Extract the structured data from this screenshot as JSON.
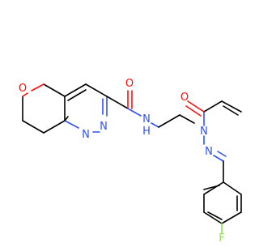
{
  "molecule": {
    "atom_labels": {
      "o_ring": "O",
      "o_amide": "O",
      "n_amide": "N",
      "h_amide": "H",
      "n_pyridazine_1": "N",
      "n_pyridazine_2": "N",
      "n_pyridazinone_1": "N",
      "n_pyridazinone_2": "N",
      "o_pyridazinone": "O",
      "f": "F"
    },
    "colors": {
      "carbon": "#000000",
      "oxygen": "#ff0d0d",
      "nitrogen": "#3050f8",
      "fluorine": "#90e050",
      "background": "#ffffff"
    }
  }
}
